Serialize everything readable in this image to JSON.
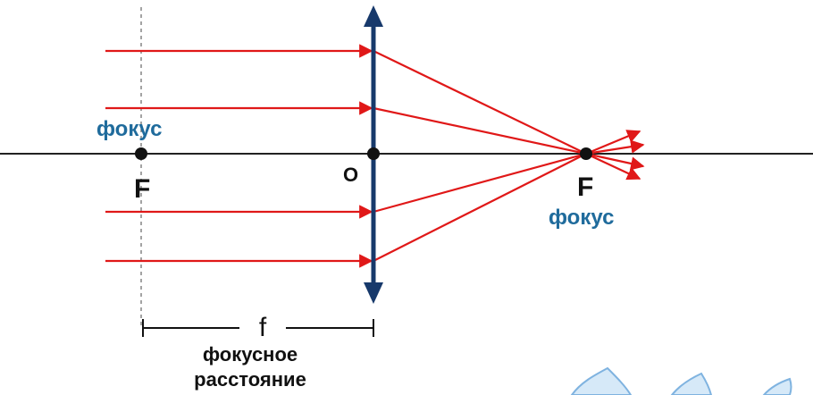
{
  "labels": {
    "focus_left": "фокус",
    "focus_right": "фокус",
    "f_left": "F",
    "f_right": "F",
    "center": "O",
    "focal_symbol": "f",
    "focal_distance_line1": "фокусное",
    "focal_distance_line2": "расстояние"
  },
  "colors": {
    "ray": "#e01818",
    "lens": "#17396b",
    "axis": "#222222",
    "label_blue": "#1f6b9c",
    "decoration": "#bcd9f2"
  }
}
